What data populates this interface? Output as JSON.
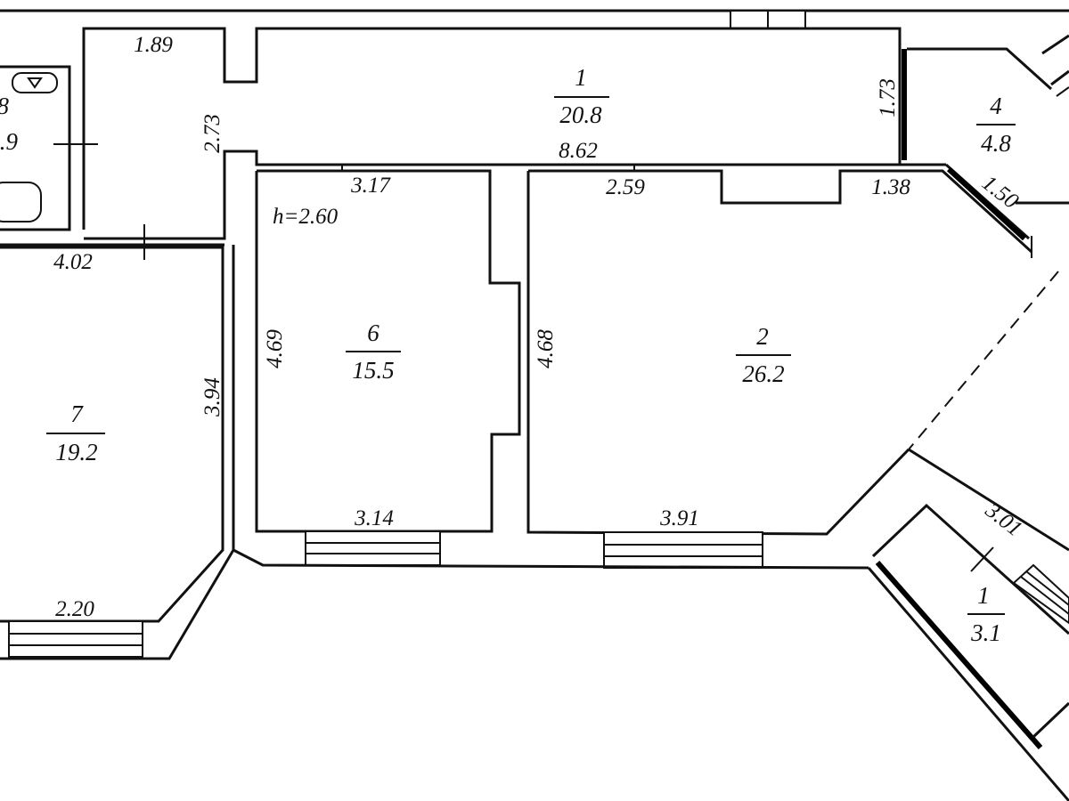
{
  "rooms": {
    "r1": {
      "number": "1",
      "area": "20.8"
    },
    "r2": {
      "number": "2",
      "area": "26.2"
    },
    "r4": {
      "number": "4",
      "area": "4.8"
    },
    "r6": {
      "number": "6",
      "area": "15.5"
    },
    "r7": {
      "number": "7",
      "area": "19.2"
    },
    "r8": {
      "number": "8",
      "area": ".9"
    },
    "balcony": {
      "number": "1",
      "area": "3.1"
    }
  },
  "ceiling_height": "h=2.60",
  "dimensions": {
    "d_189": "1.89",
    "d_273": "2.73",
    "d_173": "1.73",
    "d_862": "8.62",
    "d_317": "3.17",
    "d_259": "2.59",
    "d_138": "1.38",
    "d_150": "1.50",
    "d_402": "4.02",
    "d_469": "4.69",
    "d_468": "4.68",
    "d_394": "3.94",
    "d_314": "3.14",
    "d_391": "3.91",
    "d_220": "2.20",
    "d_301": "3.01"
  }
}
